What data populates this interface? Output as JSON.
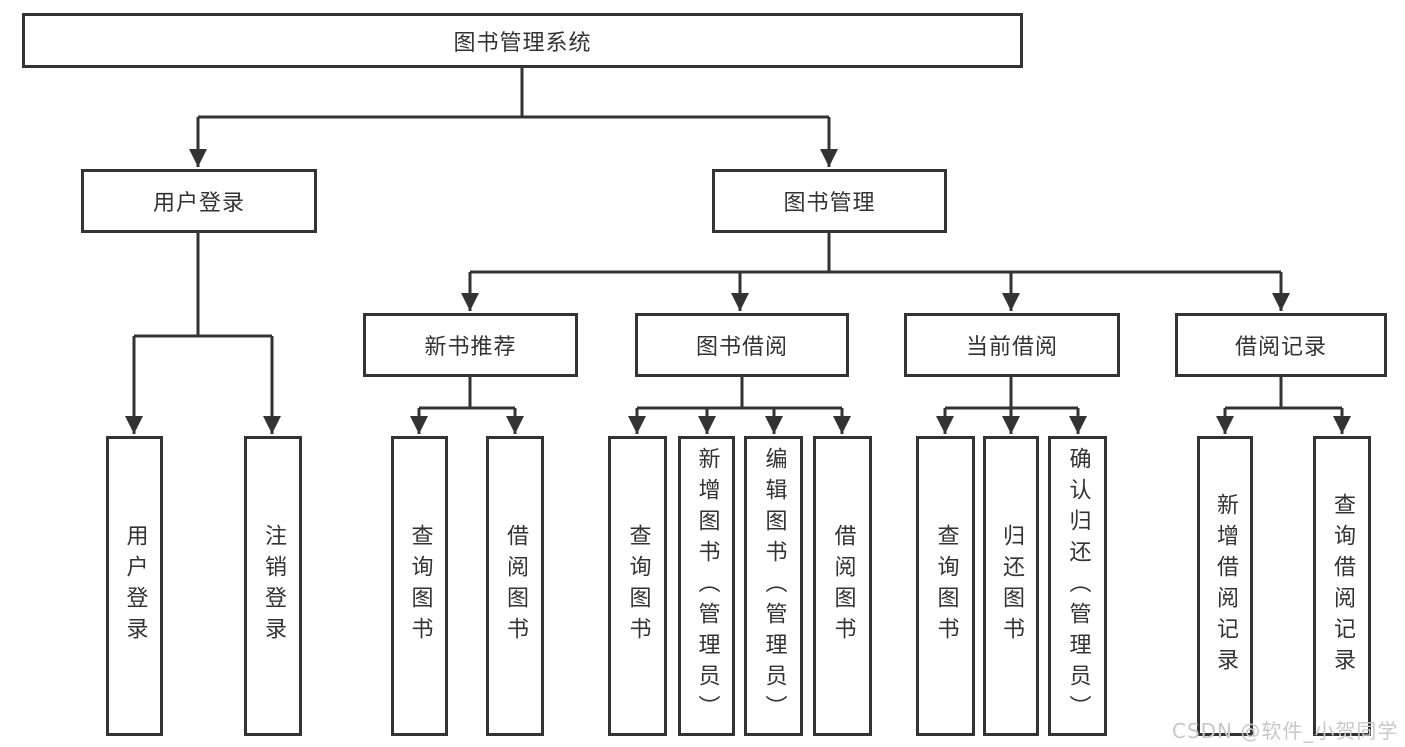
{
  "diagram_title": "图书管理系统",
  "tree": {
    "root": {
      "label": "图书管理系统"
    },
    "branches": [
      {
        "label": "用户登录",
        "leaves": [
          {
            "label": "用户登录"
          },
          {
            "label": "注销登录"
          }
        ]
      },
      {
        "label": "图书管理",
        "groups": [
          {
            "label": "新书推荐",
            "leaves": [
              {
                "label": "查询图书"
              },
              {
                "label": "借阅图书"
              }
            ]
          },
          {
            "label": "图书借阅",
            "leaves": [
              {
                "label": "查询图书"
              },
              {
                "label": "新增图书（管理员）"
              },
              {
                "label": "编辑图书（管理员）"
              },
              {
                "label": "借阅图书"
              }
            ]
          },
          {
            "label": "当前借阅",
            "leaves": [
              {
                "label": "查询图书"
              },
              {
                "label": "归还图书"
              },
              {
                "label": "确认归还（管理员）"
              }
            ]
          },
          {
            "label": "借阅记录",
            "leaves": [
              {
                "label": "新增借阅记录"
              },
              {
                "label": "查询借阅记录"
              }
            ]
          }
        ]
      }
    ]
  },
  "watermark": {
    "text": "CSDN @软件_小贺同学",
    "color": "#c8c8c8"
  },
  "colors": {
    "line": "#333333",
    "box_border": "#333333",
    "text": "#333333",
    "background": "#ffffff"
  }
}
